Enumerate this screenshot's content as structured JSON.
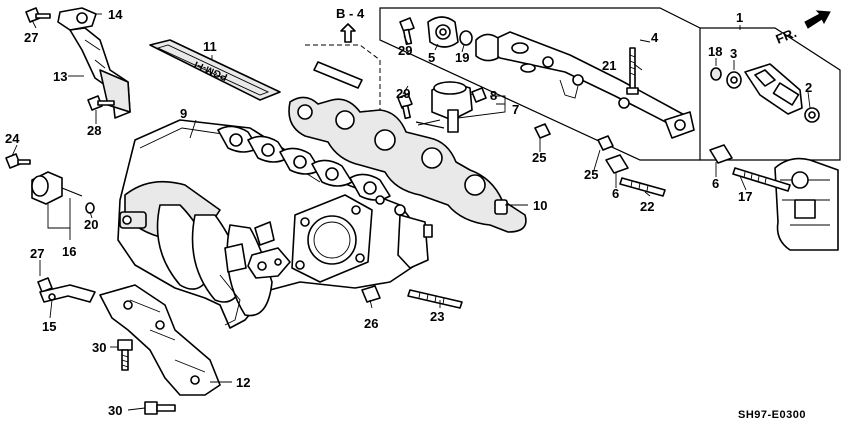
{
  "ref_label": "B - 4",
  "direction_label": "FR.",
  "diagram_code": "SH97-E0300",
  "emblem_text": "PGM-FI",
  "callouts": {
    "n1": "1",
    "n2": "2",
    "n3": "3",
    "n4": "4",
    "n5": "5",
    "n6a": "6",
    "n6b": "6",
    "n7": "7",
    "n8": "8",
    "n9": "9",
    "n10": "10",
    "n11": "11",
    "n12": "12",
    "n13": "13",
    "n14": "14",
    "n15": "15",
    "n16": "16",
    "n17": "17",
    "n18": "18",
    "n19": "19",
    "n20": "20",
    "n21": "21",
    "n22": "22",
    "n23": "23",
    "n24": "24",
    "n25a": "25",
    "n25b": "25",
    "n26": "26",
    "n27a": "27",
    "n27b": "27",
    "n28": "28",
    "n29a": "29",
    "n29b": "29",
    "n30a": "30",
    "n30b": "30"
  }
}
